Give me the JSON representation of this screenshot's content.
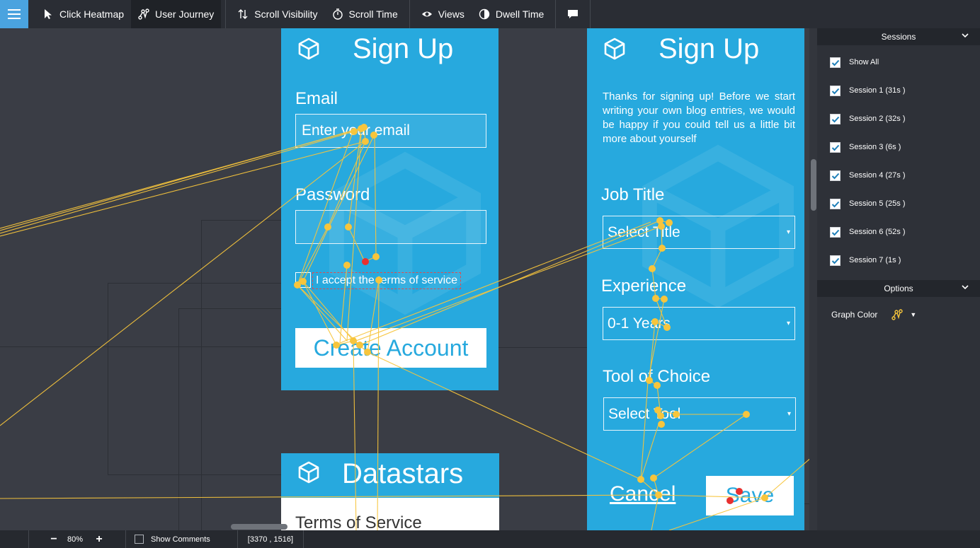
{
  "toolbar": {
    "click_heatmap": "Click Heatmap",
    "user_journey": "User Journey",
    "scroll_visibility": "Scroll Visibility",
    "scroll_time": "Scroll Time",
    "views": "Views",
    "dwell_time": "Dwell Time"
  },
  "signup_card": {
    "title": "Sign Up",
    "email_label": "Email",
    "email_placeholder": "Enter your email",
    "password_label": "Password",
    "terms_label": "I accept the terms of service",
    "create_button": "Create Account"
  },
  "profile_card": {
    "title": "Sign Up",
    "description": "Thanks for signing up! Before we start writing your own blog entries, we would be happy if you could tell us a little bit more about yourself",
    "job_label": "Job Title",
    "job_value": "Select Title",
    "experience_label": "Experience",
    "experience_value": "0-1 Years",
    "tool_label": "Tool of Choice",
    "tool_value": "Select Tool",
    "cancel": "Cancel",
    "save": "Save"
  },
  "datastars_card": {
    "title": "Datastars",
    "terms_heading": "Terms of Service"
  },
  "panel": {
    "sessions_header": "Sessions",
    "sessions": [
      {
        "label": "Show All",
        "checked": true
      },
      {
        "label": "Session 1 (31s )",
        "checked": true
      },
      {
        "label": "Session 2 (32s )",
        "checked": true
      },
      {
        "label": "Session 3 (6s )",
        "checked": true
      },
      {
        "label": "Session 4 (27s )",
        "checked": true
      },
      {
        "label": "Session 5 (25s )",
        "checked": true
      },
      {
        "label": "Session 6 (52s )",
        "checked": true
      },
      {
        "label": "Session 7 (1s )",
        "checked": true
      }
    ],
    "options_header": "Options",
    "graph_color_label": "Graph Color"
  },
  "bottombar": {
    "zoom": "80%",
    "show_comments": "Show Comments",
    "coords": "[3370 , 1516]"
  },
  "colors": {
    "accent": "#4aa3df",
    "card_blue": "#27a9de",
    "journey_line": "#f7c53c",
    "click_point": "#e8302f"
  }
}
